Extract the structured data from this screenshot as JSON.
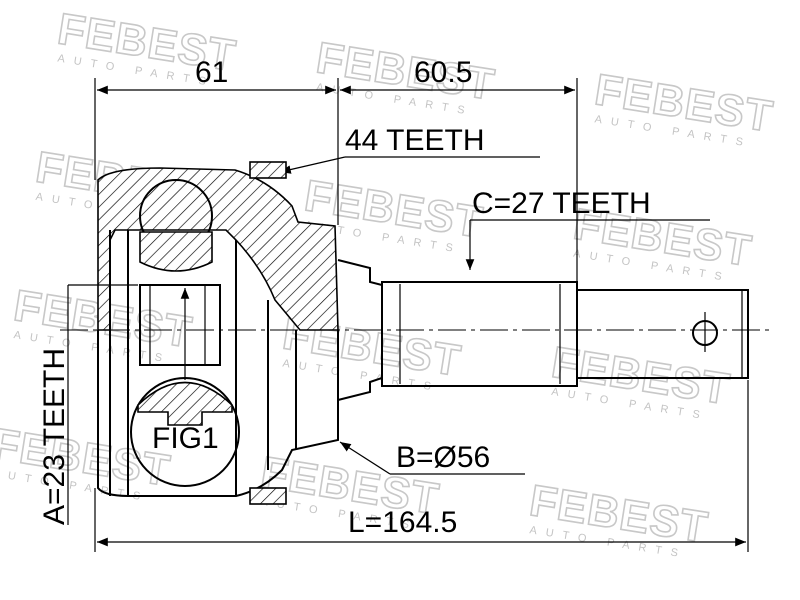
{
  "watermark": {
    "brand": "FEBEST",
    "sub": "AUTO PARTS"
  },
  "dimensions": {
    "length_left": "61",
    "length_right": "60.5",
    "outer_teeth": "44 TEETH",
    "teeth_c": "C=27 TEETH",
    "teeth_a": "A=23 TEETH",
    "diameter_b": "B=Ø56",
    "total_length": "L=164.5",
    "fig_label": "FIG1"
  }
}
